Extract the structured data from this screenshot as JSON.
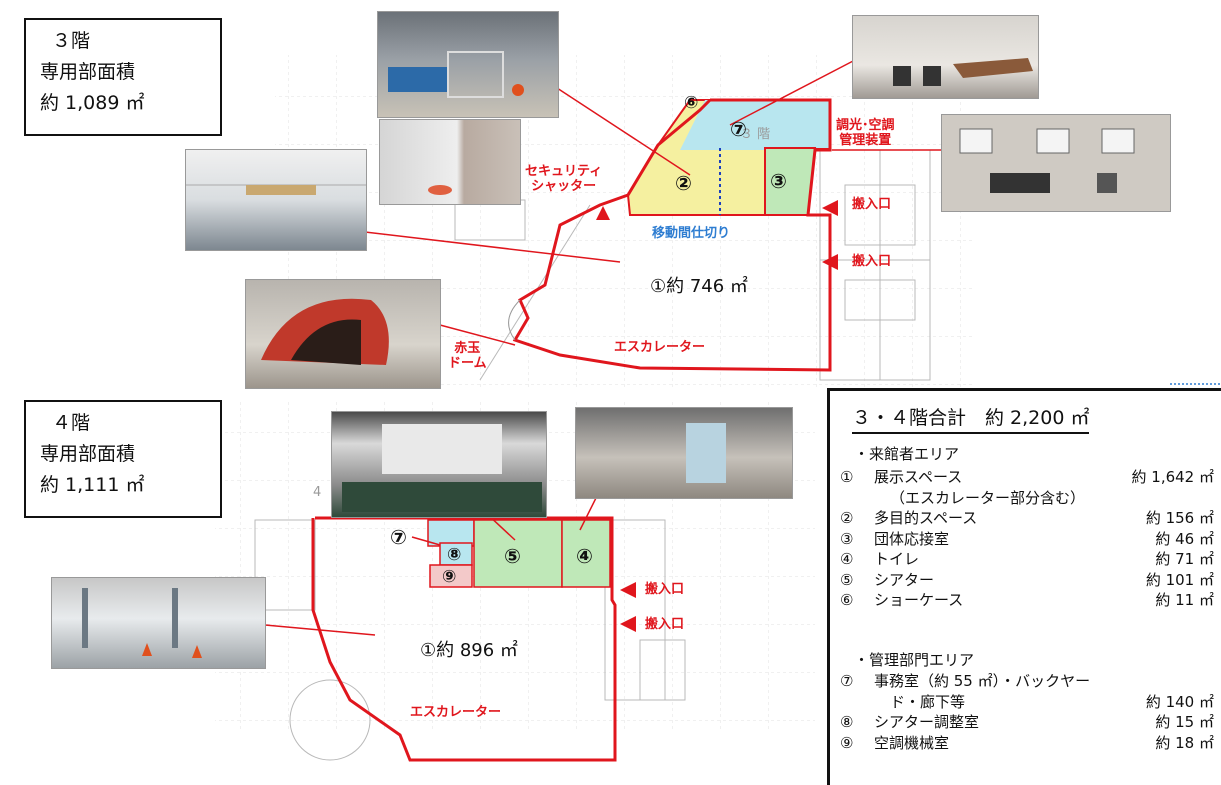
{
  "floor3": {
    "box": {
      "line1": "３階",
      "line2": "専用部面積",
      "line3": "約 1,089 ㎡"
    },
    "plan_label": "３ 階",
    "area_label": "①約 746 ㎡",
    "labels": {
      "security_shutter": [
        "セキュリティ",
        "シャッター"
      ],
      "movable_partition": "移動間仕切り",
      "control": [
        "調光･空調",
        "管理装置"
      ],
      "loading1": "搬入口",
      "loading2": "搬入口",
      "akadama_dome": [
        "赤玉",
        "ドーム"
      ],
      "escalator": "エスカレーター"
    },
    "nums": {
      "n6": "⑥",
      "n7": "⑦",
      "n2": "②",
      "n3": "③"
    }
  },
  "floor4": {
    "box": {
      "line1": "４階",
      "line2": "専用部面積",
      "line3": "約 1,111 ㎡"
    },
    "plan_label": "4",
    "area_label": "①約 896 ㎡",
    "labels": {
      "loading1": "搬入口",
      "loading2": "搬入口",
      "escalator": "エスカレーター"
    },
    "nums": {
      "n7": "⑦",
      "n8": "⑧",
      "n9": "⑨",
      "n5": "⑤",
      "n4": "④"
    }
  },
  "summary": {
    "title": "３・４階合計　約 2,200 ㎡",
    "visitor_heading": "・来館者エリア",
    "visitor_items": [
      {
        "num": "①",
        "label": "展示スペース",
        "value": "約 1,642 ㎡"
      },
      {
        "num": "",
        "label": "（エスカレーター部分含む）",
        "value": ""
      },
      {
        "num": "②",
        "label": "多目的スペース",
        "value": "約 156 ㎡"
      },
      {
        "num": "③",
        "label": "団体応接室",
        "value": "約 46 ㎡"
      },
      {
        "num": "④",
        "label": "トイレ",
        "value": "約 71 ㎡"
      },
      {
        "num": "⑤",
        "label": "シアター",
        "value": "約 101 ㎡"
      },
      {
        "num": "⑥",
        "label": "ショーケース",
        "value": "約 11 ㎡"
      }
    ],
    "admin_heading": "・管理部門エリア",
    "admin_items": [
      {
        "num": "⑦",
        "label": "事務室（約 55 ㎡）・バックヤー",
        "value": ""
      },
      {
        "num": "",
        "label": "ド・廊下等",
        "value": "約 140 ㎡"
      },
      {
        "num": "⑧",
        "label": "シアター調整室",
        "value": "約 15 ㎡"
      },
      {
        "num": "⑨",
        "label": "空調機械室",
        "value": "約 18 ㎡"
      }
    ]
  },
  "colors": {
    "red": "#e0161d",
    "yellow": "#f5f0a0",
    "green": "#bfe8b8",
    "cyan": "#b8e6ef",
    "blue_label": "#2e7dd1"
  }
}
